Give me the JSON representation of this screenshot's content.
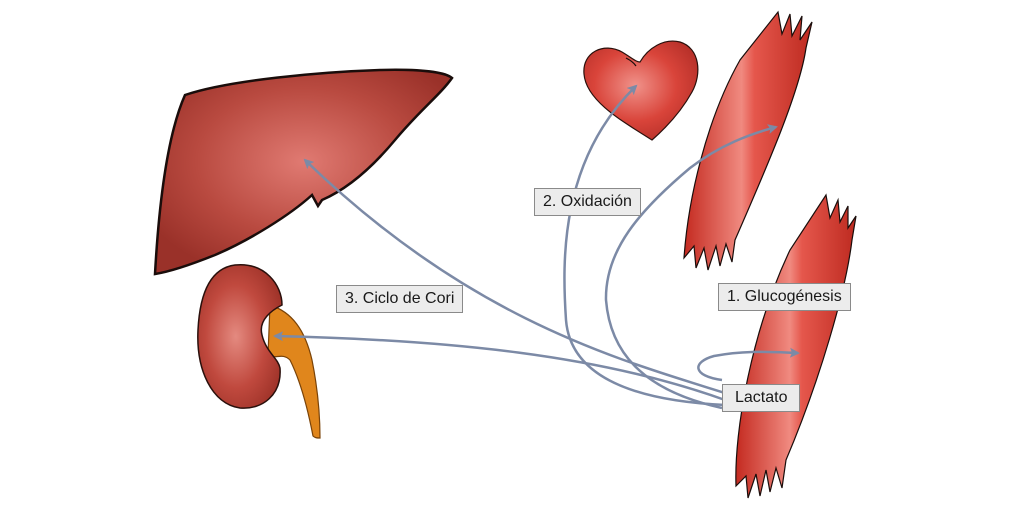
{
  "labels": {
    "oxidation": "2. Oxidación",
    "cori": "3. Ciclo de Cori",
    "glucogenesis": "1. Glucogénesis",
    "lactate": "Lactato"
  },
  "organs": [
    "liver-icon",
    "kidney-icon",
    "heart-icon",
    "muscle-icon",
    "muscle-icon"
  ],
  "colors": {
    "organ_red": "#b83a30",
    "muscle_red": "#d23528",
    "ureter_orange": "#e0861c",
    "arrow": "#7c8aa6",
    "label_bg": "#ececec"
  }
}
